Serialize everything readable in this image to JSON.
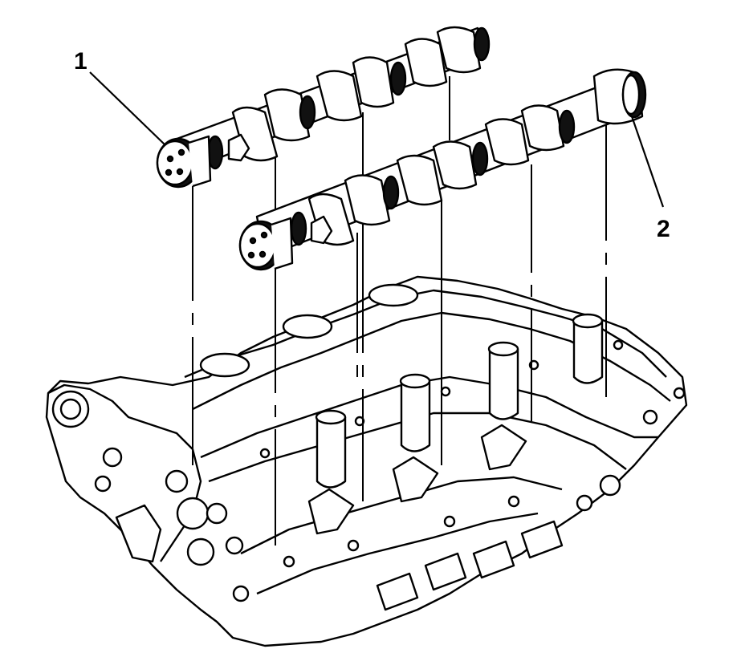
{
  "diagram": {
    "callouts": [
      {
        "id": "1",
        "label": "1"
      },
      {
        "id": "2",
        "label": "2"
      }
    ],
    "colors": {
      "stroke": "#000000",
      "fill": "#ffffff",
      "dark": "#111111"
    }
  }
}
